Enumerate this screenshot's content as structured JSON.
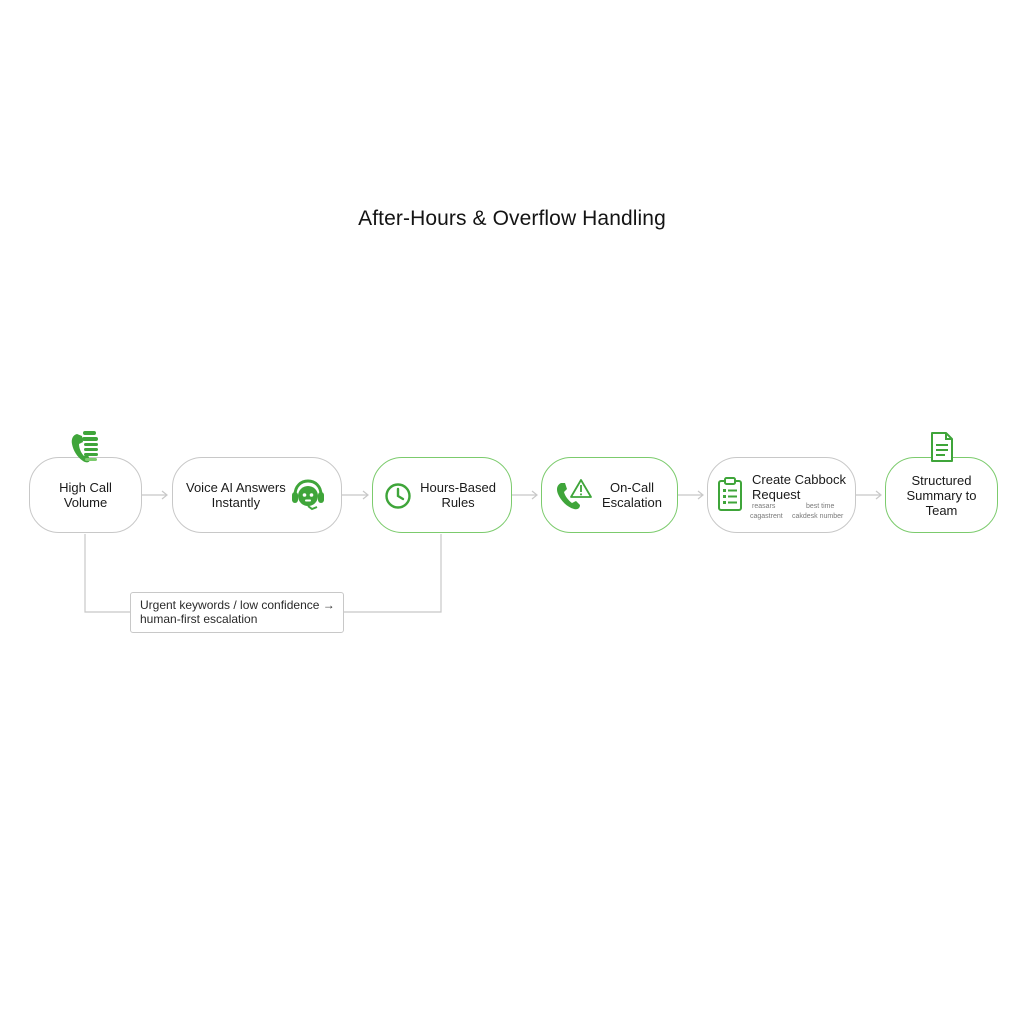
{
  "title": "After-Hours & Overflow Handling",
  "steps": [
    {
      "label": "High Call\nVolume",
      "icon": "phone-server-icon"
    },
    {
      "label": "Voice AI Answers\nInstantly",
      "icon": "headset-bot-icon"
    },
    {
      "label": "Hours-Based\nRules",
      "icon": "clock-icon"
    },
    {
      "label": "On-Call\nEscalation",
      "icon": "phone-alert-icon"
    },
    {
      "label": "Create Cabbock\nRequest",
      "icon": "clipboard-checklist-icon",
      "fields": [
        "reasars",
        "best time",
        "cagastrent",
        "cakdesk number"
      ]
    },
    {
      "label": "Structured\nSummary to\nTeam",
      "icon": "document-icon"
    }
  ],
  "note": {
    "line1": "Urgent keywords / low confidence →",
    "line2": "human-first escalation"
  },
  "colors": {
    "accent": "#3fa53a",
    "accent_light": "#7ccb6d",
    "border": "#c8c8c8",
    "line": "#c8c8c8"
  }
}
